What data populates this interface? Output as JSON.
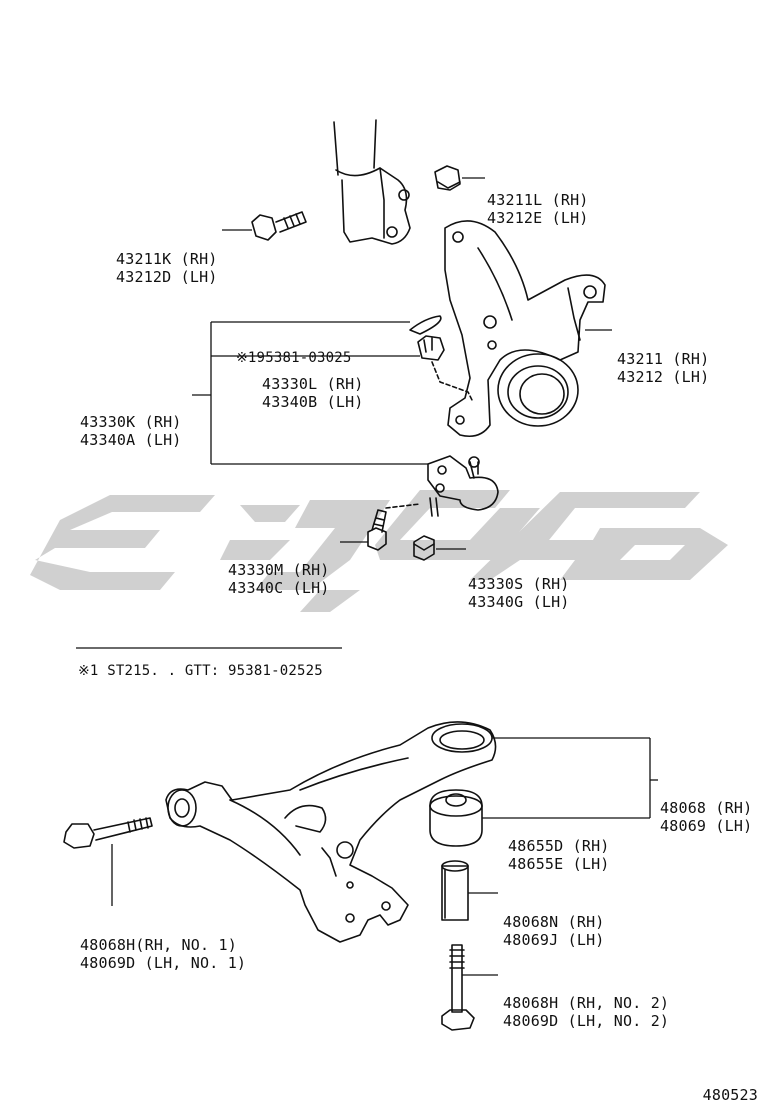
{
  "watermark": {
    "color": "#c8c8c8"
  },
  "parts": {
    "nut_43211L": {
      "line1": "43211L (RH)",
      "line2": "43212E (LH)"
    },
    "bolt_43211K": {
      "line1": "43211K (RH)",
      "line2": "43212D (LH)"
    },
    "cotter_pin": {
      "line1": "※195381-03025"
    },
    "knuckle_43211": {
      "line1": "43211 (RH)",
      "line2": "43212 (LH)"
    },
    "ball_joint_assy": {
      "line1": "43330K (RH)",
      "line2": "43340A (LH)"
    },
    "nut_43330L": {
      "line1": "43330L (RH)",
      "line2": "43340B (LH)"
    },
    "bolt_43330M": {
      "line1": "43330M (RH)",
      "line2": "43340C (LH)"
    },
    "nut_43330S": {
      "line1": "43330S (RH)",
      "line2": "43340G (LH)"
    },
    "arm_48068": {
      "line1": "48068 (RH)",
      "line2": "48069 (LH)"
    },
    "bushing_48655D": {
      "line1": "48655D (RH)",
      "line2": "48655E (LH)"
    },
    "bolt_48068H_1": {
      "line1": "48068H(RH, NO. 1)",
      "line2": "48069D (LH, NO. 1)"
    },
    "collar_48068N": {
      "line1": "48068N (RH)",
      "line2": "48069J (LH)"
    },
    "bolt_48068H_2": {
      "line1": "48068H (RH, NO. 2)",
      "line2": "48069D (LH, NO. 2)"
    }
  },
  "footnote": "※1 ST215. . GTT: 95381-02525",
  "figure_number": "480523"
}
